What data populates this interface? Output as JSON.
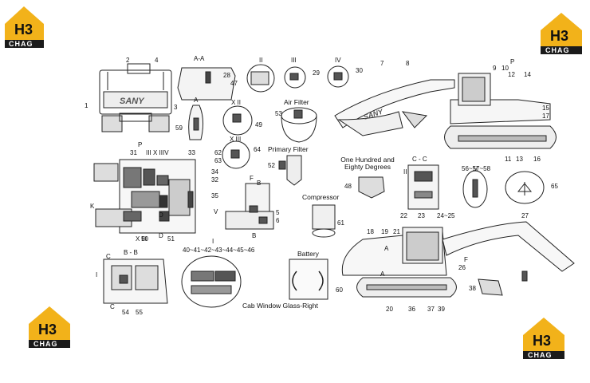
{
  "logo": {
    "mark": "H3",
    "text": "CHAG",
    "gold": "#f2b21a",
    "dark": "#1b1b1b"
  },
  "sections": {
    "aa": "A-A",
    "ii": "II",
    "iii": "III",
    "iv": "IV",
    "xii": "X II",
    "xiii": "X III",
    "p": "P",
    "k": "K",
    "v1": "V",
    "v2": "V",
    "f": "F",
    "b1": "B",
    "cc": "C - C",
    "ii2": "II",
    "bb": "B - B",
    "i1": "I",
    "c": "C",
    "i2": "I",
    "a1": "A",
    "a2": "A",
    "f2": "F",
    "pi": "P",
    "d1": "D",
    "d2": "D",
    "ci": "C",
    "xiii2": "X III",
    "iii2": "III",
    "xii2": "X II",
    "iv2": "IV",
    "a3": "A"
  },
  "captions": {
    "air_filter": "Air Filter",
    "primary_filter": "Primary Filter",
    "one_hundred": "One Hundred and\nEighty Degrees",
    "compressor": "Compressor",
    "battery": "Battery",
    "cab_window": "Cab Window Glass-Right",
    "sany": "SANY"
  },
  "callouts": {
    "n1": "1",
    "n2": "2",
    "n3": "3",
    "n4": "4",
    "n5": "5",
    "n6": "6",
    "n7": "7",
    "n8": "8",
    "n9": "9",
    "n10": "10",
    "n11": "11",
    "n12": "12",
    "n13": "13",
    "n14": "14",
    "n15": "15",
    "n16": "16",
    "n17": "17",
    "n18": "18",
    "n19": "19",
    "n20": "20",
    "n21": "21",
    "n22": "22",
    "n23": "23",
    "n24_25": "24~25",
    "n26": "26",
    "n27": "27",
    "n28": "28",
    "n29": "29",
    "n30": "30",
    "n31": "31",
    "n32": "32",
    "n33": "33",
    "n34": "34",
    "n35": "35",
    "n36": "36",
    "n37": "37",
    "n38": "38",
    "n39": "39",
    "n40_46": "40~41~42~43~44~45~46",
    "n47": "47",
    "n48": "48",
    "n49": "49",
    "n50": "50",
    "n51": "51",
    "n52": "52",
    "n53": "53",
    "n54": "54",
    "n55": "55",
    "n56_58": "56~57~58",
    "n59": "59",
    "n60": "60",
    "n61": "61",
    "n62": "62",
    "n63": "63",
    "n64": "64",
    "n65": "65"
  }
}
